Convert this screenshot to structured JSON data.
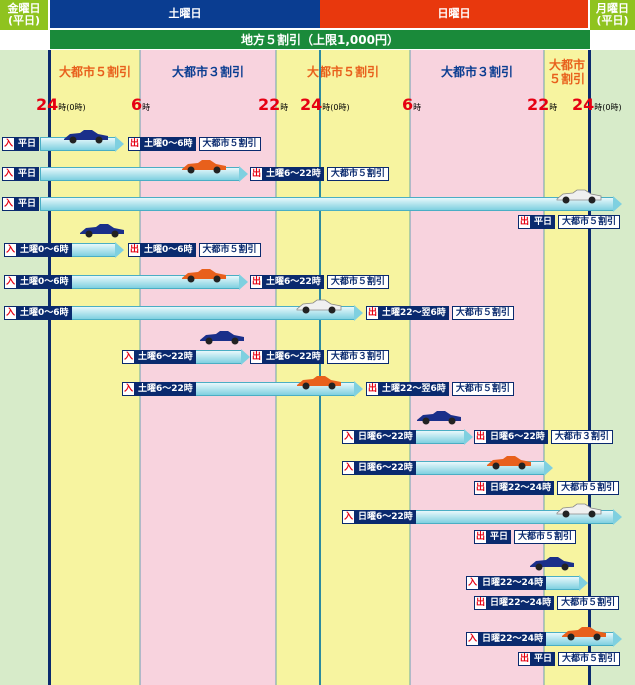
{
  "headers": {
    "fri": "金曜日\n(平日)",
    "sat": "土曜日",
    "sun": "日曜日",
    "mon": "月曜日\n(平日)",
    "regional": "地方５割引（上限1,000円）"
  },
  "zones": {
    "z1": "大都市５割引",
    "z2": "大都市３割引",
    "z3": "大都市５割引",
    "z4": "大都市３割引",
    "z5": "大都市\n５割引"
  },
  "ticks": {
    "t24a": "24",
    "t24a_s": "時(0時)",
    "t6a": "6",
    "t6a_s": "時",
    "t22a": "22",
    "t22a_s": "時",
    "t24b": "24",
    "t24b_s": "時(0時)",
    "t6b": "6",
    "t6b_s": "時",
    "t22b": "22",
    "t22b_s": "時",
    "t24c": "24",
    "t24c_s": "時(0時)"
  },
  "labels": {
    "in_mark": "入",
    "out_mark": "出",
    "weekday": "平日",
    "sat_0_6": "土曜0～6時",
    "sat_6_22": "土曜6～22時",
    "sat_22_6": "土曜22～翌6時",
    "sun_6_22": "日曜6～22時",
    "sun_22_24": "日曜22～24時",
    "d5": "大都市５割引",
    "d3": "大都市３割引"
  },
  "colors": {
    "green": "#8fc31f",
    "blue": "#0a3d91",
    "red": "#e8380d",
    "yellow": "#f7f4a0",
    "pink": "#f8d3de",
    "lightgreen": "#d7ebc9",
    "car_blue": "#1a2f8a",
    "car_orange": "#e8601c",
    "car_white": "#f0f0f0"
  }
}
